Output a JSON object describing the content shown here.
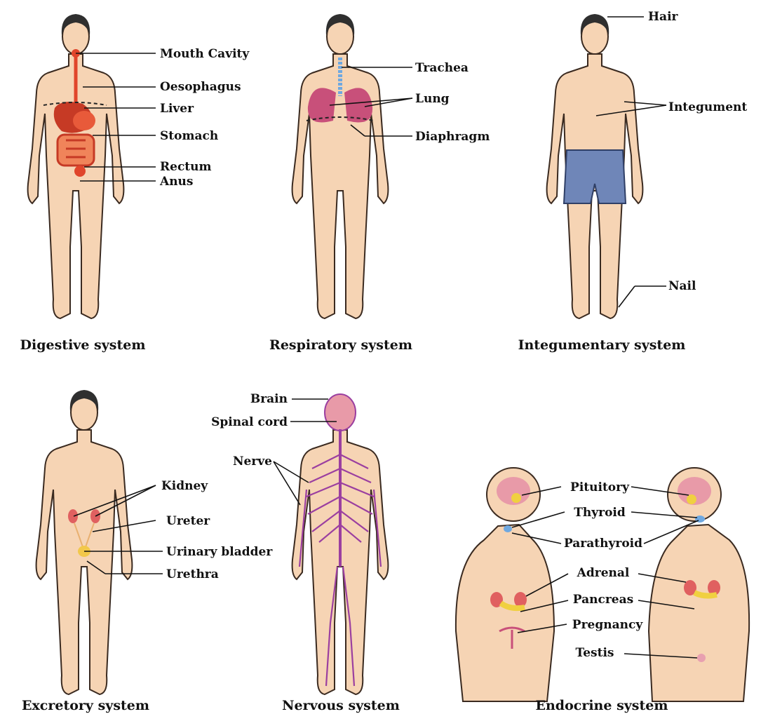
{
  "panels": [
    {
      "caption": "Digestive system",
      "labels": [
        "Mouth Cavity",
        "Oesophagus",
        "Liver",
        "Stomach",
        "Rectum",
        "Anus"
      ]
    },
    {
      "caption": "Respiratory system",
      "labels": [
        "Trachea",
        "Lung",
        "Diaphragm"
      ]
    },
    {
      "caption": "Integumentary system",
      "labels": [
        "Hair",
        "Integument",
        "Nail"
      ]
    },
    {
      "caption": "Excretory system",
      "labels": [
        "Kidney",
        "Ureter",
        "Urinary bladder",
        "Urethra"
      ]
    },
    {
      "caption": "Nervous system",
      "labels": [
        "Brain",
        "Spinal cord",
        "Nerve"
      ]
    },
    {
      "caption": "Endocrine system",
      "labels": [
        "Pituitory",
        "Thyroid",
        "Parathyroid",
        "Adrenal",
        "Pancreas",
        "Pregnancy",
        "Testis"
      ]
    }
  ],
  "colors": {
    "skin": "#f6d4b4",
    "outline": "#3a2a20",
    "hair": "#2f2f2f",
    "digestive_organs": "#e0452b",
    "lung": "#c8507a",
    "trachea": "#6fa8e0",
    "shorts": "#6f86b8",
    "kidney": "#e06060",
    "bladder": "#f2c84b",
    "nerves": "#9b3fa0",
    "brain": "#e89aa8",
    "gland": "#f0d040"
  }
}
